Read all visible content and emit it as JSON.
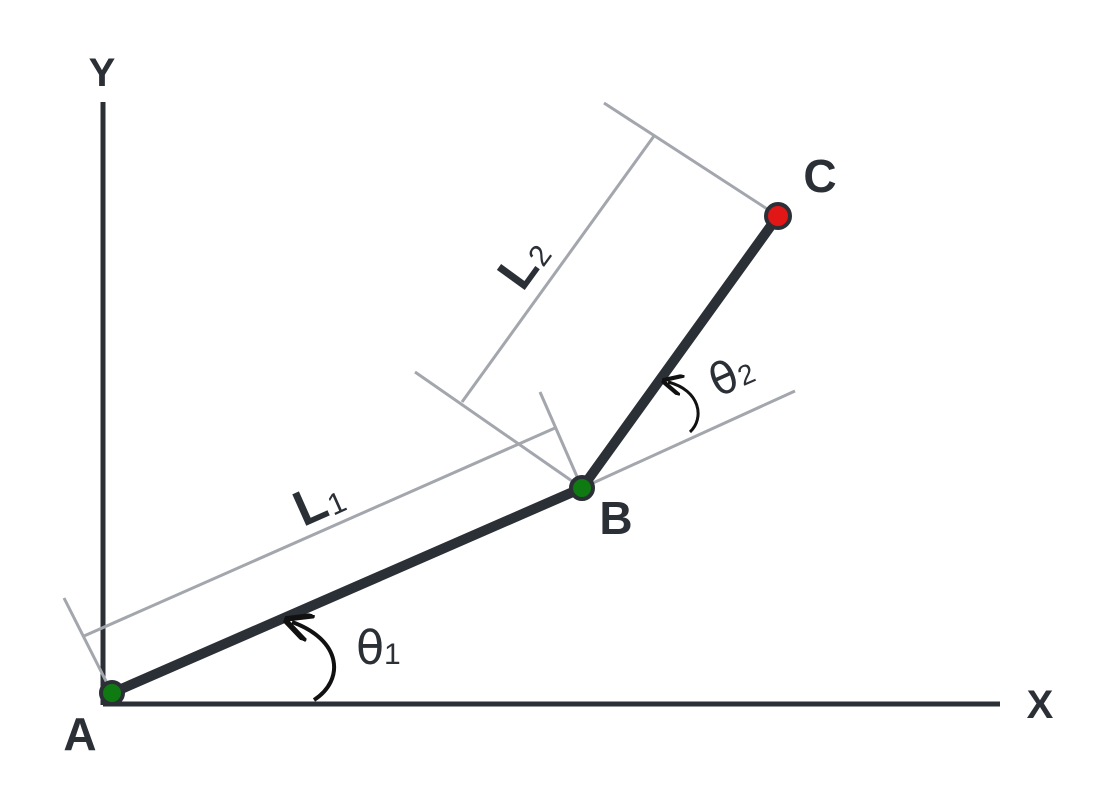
{
  "axes": {
    "x_label": "X",
    "y_label": "Y"
  },
  "points": {
    "a": "A",
    "b": "B",
    "c": "C"
  },
  "links": {
    "l1": {
      "letter": "L",
      "index": "1"
    },
    "l2": {
      "letter": "L",
      "index": "2"
    }
  },
  "angles": {
    "theta1": {
      "symbol": "θ",
      "index": "1"
    },
    "theta2": {
      "symbol": "θ",
      "index": "2"
    }
  },
  "colors": {
    "link": "#2b2f36",
    "dimension_line": "#a3a6ad",
    "joint": "#0f7a12",
    "end_effector": "#e11717"
  }
}
